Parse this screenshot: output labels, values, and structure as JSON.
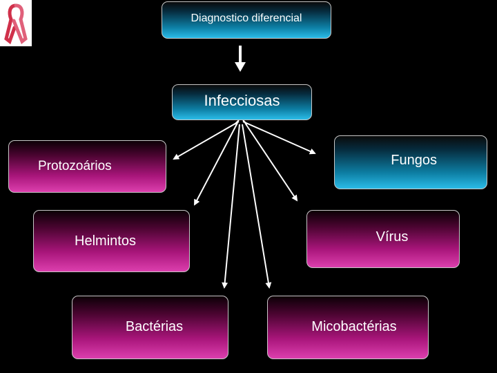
{
  "title": "Diagnostico diferencial",
  "center": "Infecciosas",
  "categories": {
    "protozoarios": "Protozoários",
    "fungos": "Fungos",
    "helmintos": "Helmintos",
    "virus": "Vírus",
    "bacterias": "Bactérias",
    "micobacterias": "Micobactérias"
  },
  "colors": {
    "background": "#000000",
    "blue_box": "#2bbce8",
    "pink_box": "#c02090",
    "arrow": "#ffffff",
    "ribbon": "#d0304a"
  },
  "icons": {
    "logo": "awareness-ribbon-icon"
  }
}
